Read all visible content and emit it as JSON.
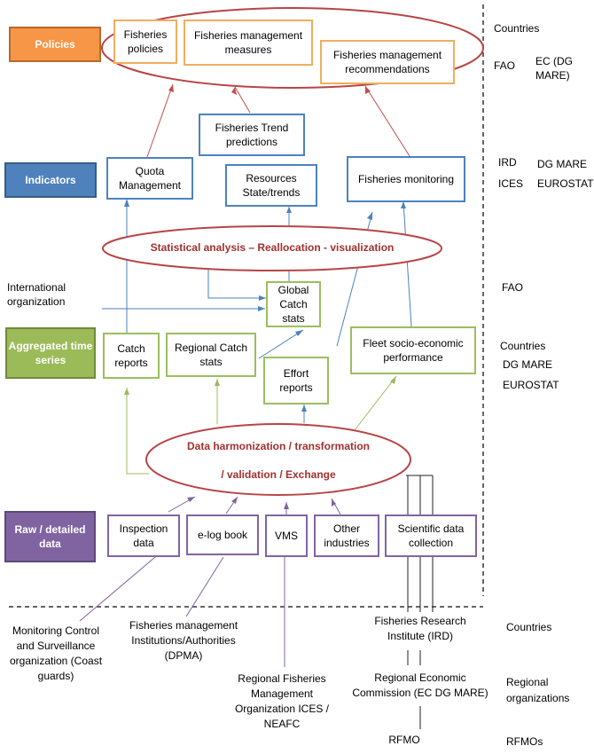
{
  "tiers": {
    "policies": "Policies",
    "indicators": "Indicators",
    "aggregated": "Aggregated time series",
    "raw": "Raw / detailed data"
  },
  "policies": {
    "fisheries_policies": "Fisheries policies",
    "management_measures": "Fisheries management measures",
    "management_recommendations": "Fisheries management recommendations"
  },
  "indicators": {
    "trend_predictions": "Fisheries Trend predictions",
    "quota_management": "Quota Management",
    "resources_state": "Resources State/trends",
    "fisheries_monitoring": "Fisheries monitoring"
  },
  "statistical_analysis": "Statistical analysis – Reallocation - visualization",
  "international_org": "International organization",
  "aggregated": {
    "global_catch": "Global Catch stats",
    "catch_reports": "Catch reports",
    "regional_catch": "Regional Catch stats",
    "effort_reports": "Effort reports",
    "fleet_performance": "Fleet socio-economic performance"
  },
  "harmonization": {
    "line1": "Data harmonization / transformation",
    "line2": "/ validation / Exchange"
  },
  "raw": {
    "inspection": "Inspection data",
    "elog": "e-log book",
    "vms": "VMS",
    "other": "Other industries",
    "scientific": "Scientific data collection"
  },
  "sources": {
    "mcs": "Monitoring Control and Surveillance organization (Coast guards)",
    "institutions": "Fisheries management Institutions/Authorities (DPMA)",
    "rfmo_org": "Regional Fisheries Management Organization ICES / NEAFC",
    "research": "Fisheries Research Institute (IRD)",
    "economic": "Regional Economic Commission (EC DG MARE)",
    "rfmo": "RFMO"
  },
  "actors": {
    "countries_top": "Countries",
    "fao_top": "FAO",
    "ec_dg_mare": "EC (DG MARE)",
    "ird": "IRD",
    "dg_mare_ind": "DG MARE",
    "ices": "ICES",
    "eurostat_ind": "EUROSTAT",
    "fao_mid": "FAO",
    "countries_agg": "Countries",
    "dg_mare_agg": "DG MARE",
    "eurostat_agg": "EUROSTAT",
    "countries_bottom": "Countries",
    "regional_orgs": "Regional organizations",
    "rfmos": "RFMOs"
  },
  "colors": {
    "policies_tier": "#f79646",
    "indicators_tier": "#4f81bd",
    "aggregated_tier": "#9bbb59",
    "raw_tier": "#8064a2",
    "ellipse": "#b84446",
    "ellipse_text": "#a1312f"
  }
}
